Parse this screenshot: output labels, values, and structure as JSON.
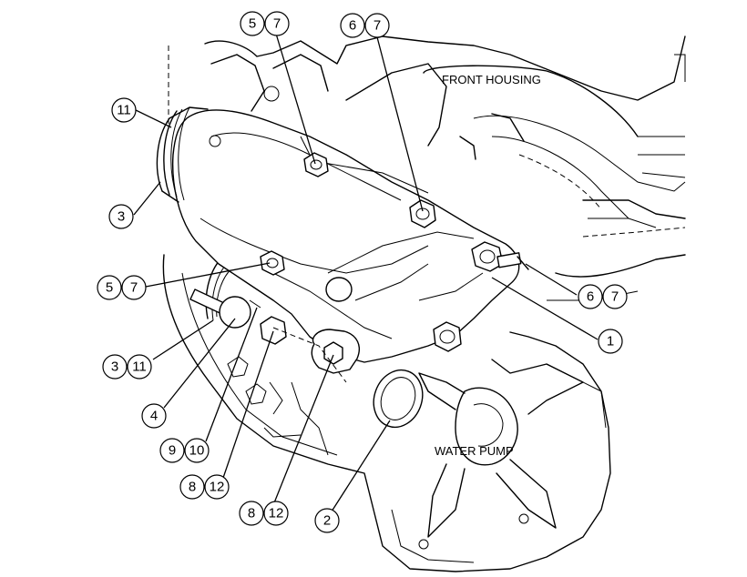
{
  "labels": {
    "front_housing": "FRONT HOUSING",
    "water_pump": "WATER PUMP"
  },
  "callouts": {
    "c_5a": "5",
    "c_7a": "7",
    "c_6a": "6",
    "c_7b": "7",
    "c_11a": "11",
    "c_3a": "3",
    "c_5b": "5",
    "c_7c": "7",
    "c_6b": "6",
    "c_7d": "7",
    "c_1": "1",
    "c_3b": "3",
    "c_11b": "11",
    "c_4": "4",
    "c_9": "9",
    "c_10": "10",
    "c_8a": "8",
    "c_12a": "12",
    "c_8b": "8",
    "c_12b": "12",
    "c_2": "2"
  }
}
